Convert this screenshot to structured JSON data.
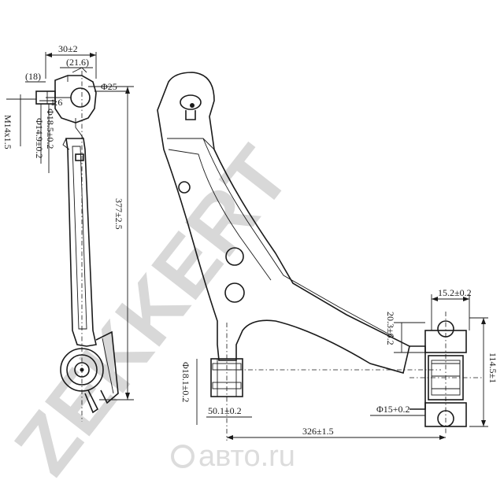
{
  "watermark": {
    "brand": "ZEKKERT",
    "site": "авто.ru"
  },
  "colors": {
    "line": "#1a1a1a",
    "watermark": "#d4d4d4"
  },
  "side_view": {
    "dim_width": "30±2",
    "dim_inner": "(21.6)",
    "dim_left": "(18)",
    "dim_ball_dia": "Φ25",
    "dim_taper": "1:6",
    "dim_thread": "M14x1.5",
    "dim_d1": "Φ18.5±0.2",
    "dim_d2": "Φ14.9±0.2",
    "dim_length": "377±2.5"
  },
  "front_view": {
    "dim_bush_height": "20.3±0.2",
    "dim_bush_width": "15.2±0.2",
    "dim_total_height": "114.5±1",
    "dim_bore_left": "Φ18.1±0.2",
    "dim_offset": "50.1±0.2",
    "dim_bore_right": "Φ15+0.2",
    "dim_span": "326±1.5"
  }
}
